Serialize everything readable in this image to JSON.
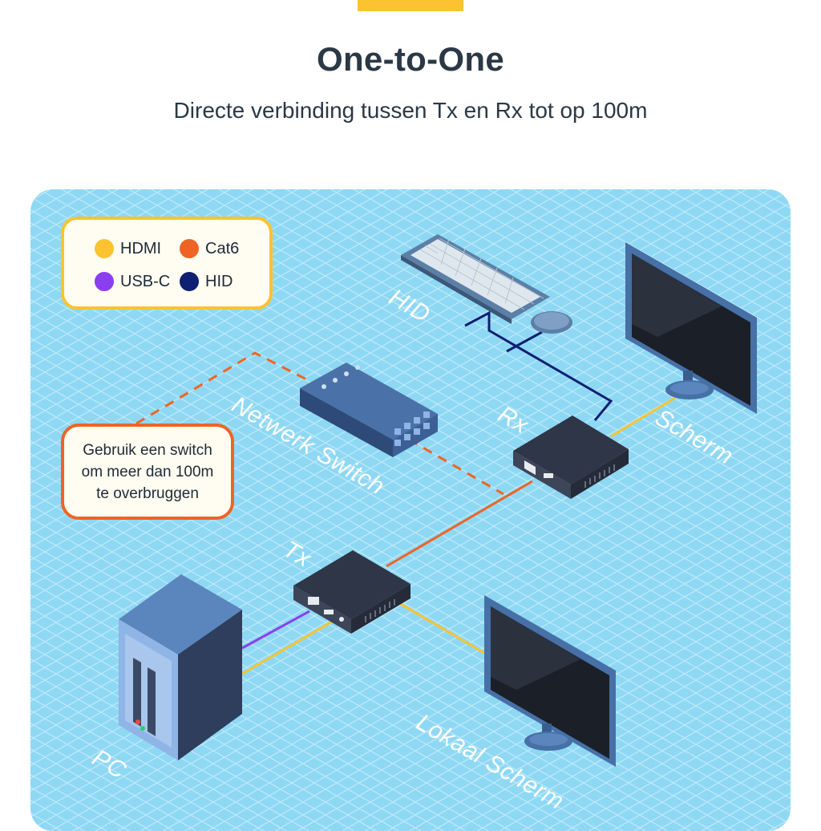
{
  "header": {
    "title": "One-to-One",
    "subtitle": "Directe verbinding tussen Tx en Rx tot op 100m"
  },
  "legend": {
    "items": [
      {
        "label": "HDMI",
        "color": "#fbc330"
      },
      {
        "label": "Cat6",
        "color": "#ef6424"
      },
      {
        "label": "USB-C",
        "color": "#8b3ef0"
      },
      {
        "label": "HID",
        "color": "#0f1f72"
      }
    ]
  },
  "callout": {
    "lines": [
      "Gebruik een switch",
      "om meer dan 100m",
      "te overbruggen"
    ]
  },
  "devices": {
    "hid": "HID",
    "switch": "Netwerk Switch",
    "rx": "Rx",
    "tx": "Tx",
    "screen": "Scherm",
    "local_screen": "Lokaal Scherm",
    "pc": "PC"
  },
  "colors": {
    "background_panel": "#8ed8f4",
    "grid_line": "#bfe9f9",
    "accent_yellow": "#fbc330",
    "device_dark": "#2e3647",
    "title_text": "#2b3845"
  }
}
